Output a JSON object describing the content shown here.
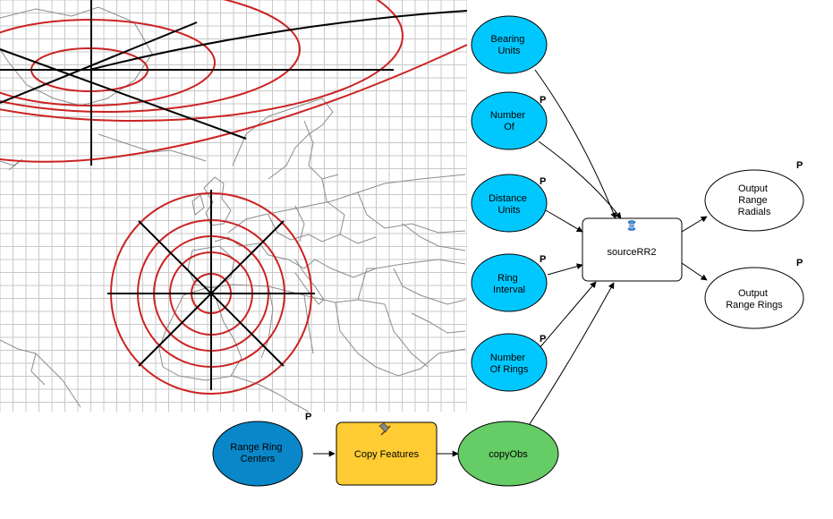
{
  "map": {
    "background": "#ffffff",
    "grid_color": "#c8c8c8",
    "land_line_color": "#8c8c8c",
    "ring_color": "#cc2222",
    "radial_color": "#000000"
  },
  "nodes": {
    "bearing_units": "Bearing Units",
    "number_of": "Number Of",
    "distance_units": "Distance Units",
    "ring_interval": "Ring Interval",
    "number_of_rings": "Number Of Rings",
    "tool": "sourceRR2",
    "output_radials": "Output Range Radials",
    "output_rings": "Output Range Rings",
    "range_ring_centers": "Range Ring Centers",
    "copy_features": "Copy Features",
    "copy_obs": "copyObs"
  },
  "param_marker": "P",
  "colors": {
    "variable_fill": "#00c8ff",
    "input_data_fill": "#0a87c8",
    "tool_fill": "#ffcc33",
    "derived_fill": "#66cc66",
    "output_fill": "#ffffff"
  },
  "icons": {
    "script_tool_icon": "script-icon",
    "copy_tool_icon": "hammer-icon"
  }
}
